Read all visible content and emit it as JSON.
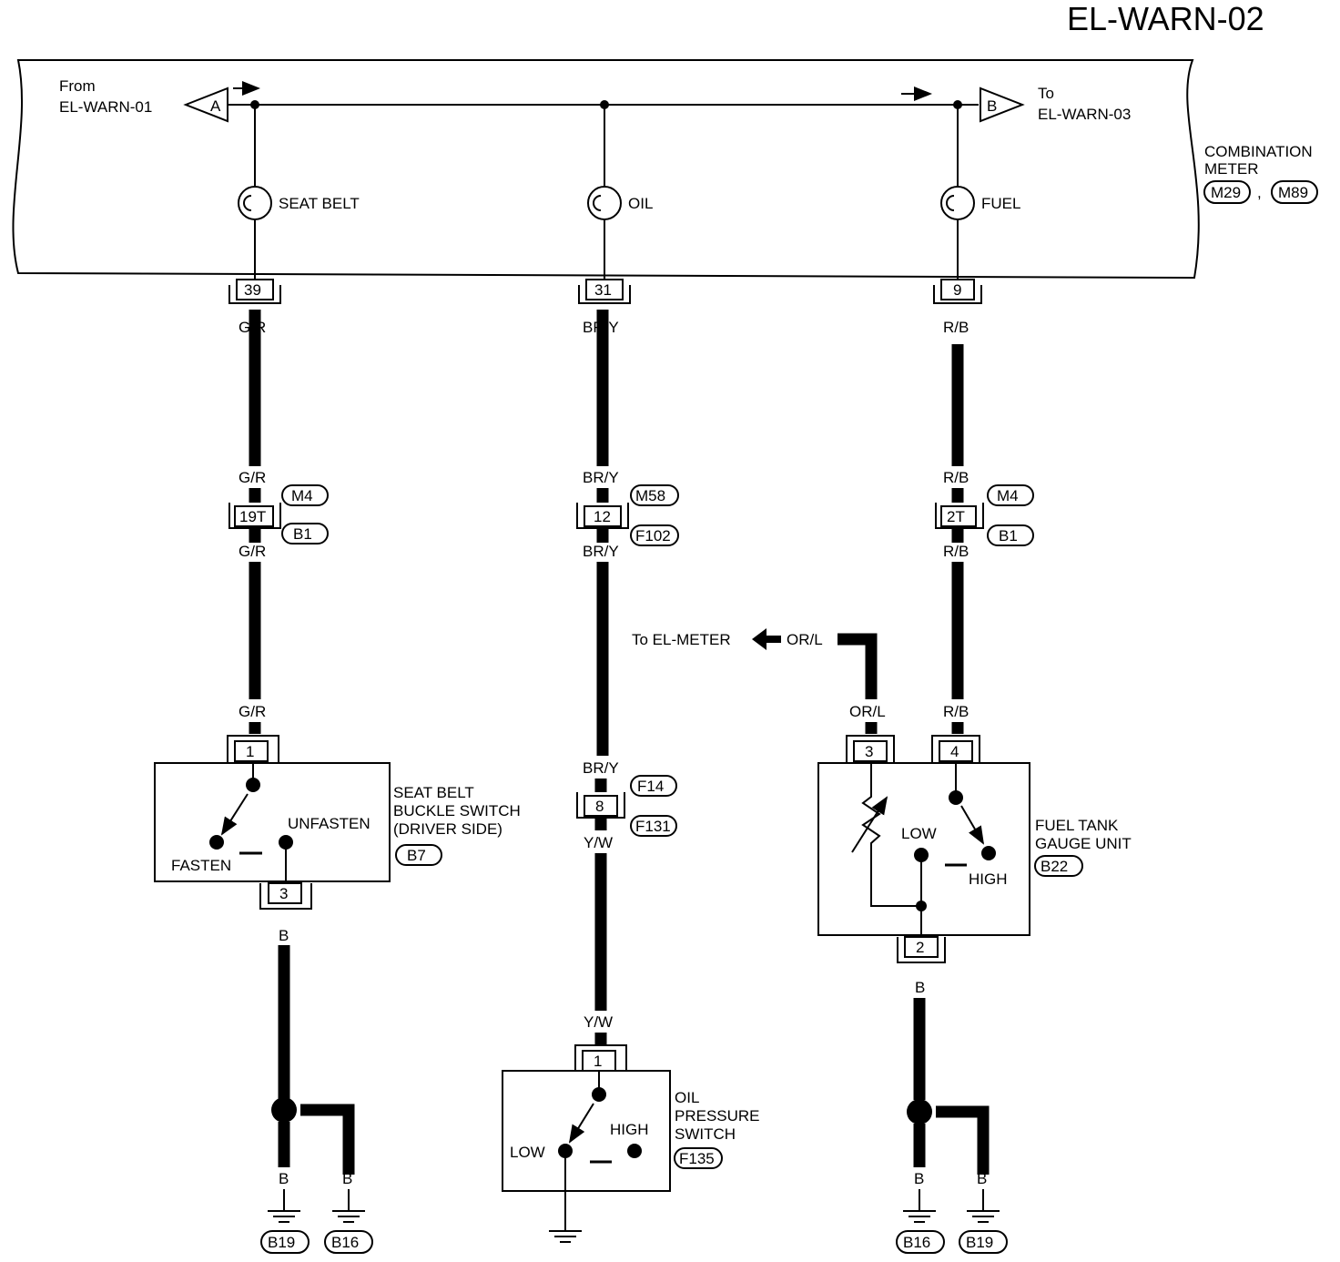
{
  "title": "EL-WARN-02",
  "from_ref": {
    "line1": "From",
    "line2": "EL-WARN-01",
    "tag": "A"
  },
  "to_ref": {
    "line1": "To",
    "line2": "EL-WARN-03",
    "tag": "B"
  },
  "meter": {
    "line1": "COMBINATION",
    "line2": "METER",
    "conn1": "M29",
    "sep": ",",
    "conn2": "M89"
  },
  "lamps": {
    "seat_belt": "SEAT BELT",
    "oil": "OIL",
    "fuel": "FUEL"
  },
  "pins": {
    "meter_seat": "39",
    "meter_oil": "31",
    "meter_fuel": "9",
    "seat_mid": "19T",
    "oil_mid": "12",
    "fuel_mid": "2T",
    "seat_sw_in": "1",
    "seat_sw_out": "3",
    "oil_mid2": "8",
    "oil_sw": "1",
    "fuel_in_or": "3",
    "fuel_in_rb": "4",
    "fuel_out": "2"
  },
  "wires": {
    "g_r": "G/R",
    "br_y": "BR/Y",
    "r_b": "R/B",
    "y_w": "Y/W",
    "or_l": "OR/L",
    "b": "B"
  },
  "connectors": {
    "m4": "M4",
    "b1": "B1",
    "m58": "M58",
    "f102": "F102",
    "f14": "F14",
    "f131": "F131",
    "b7": "B7",
    "f135": "F135",
    "b22": "B22",
    "b19": "B19",
    "b16": "B16"
  },
  "seat_switch": {
    "line1": "SEAT BELT",
    "line2": "BUCKLE SWITCH",
    "line3": "(DRIVER SIDE)",
    "unfasten": "UNFASTEN",
    "fasten": "FASTEN"
  },
  "oil_switch": {
    "line1": "OIL",
    "line2": "PRESSURE",
    "line3": "SWITCH",
    "high": "HIGH",
    "low": "LOW"
  },
  "fuel_unit": {
    "line1": "FUEL TANK",
    "line2": "GAUGE UNIT",
    "low": "LOW",
    "high": "HIGH"
  },
  "to_meter": "To EL-METER"
}
